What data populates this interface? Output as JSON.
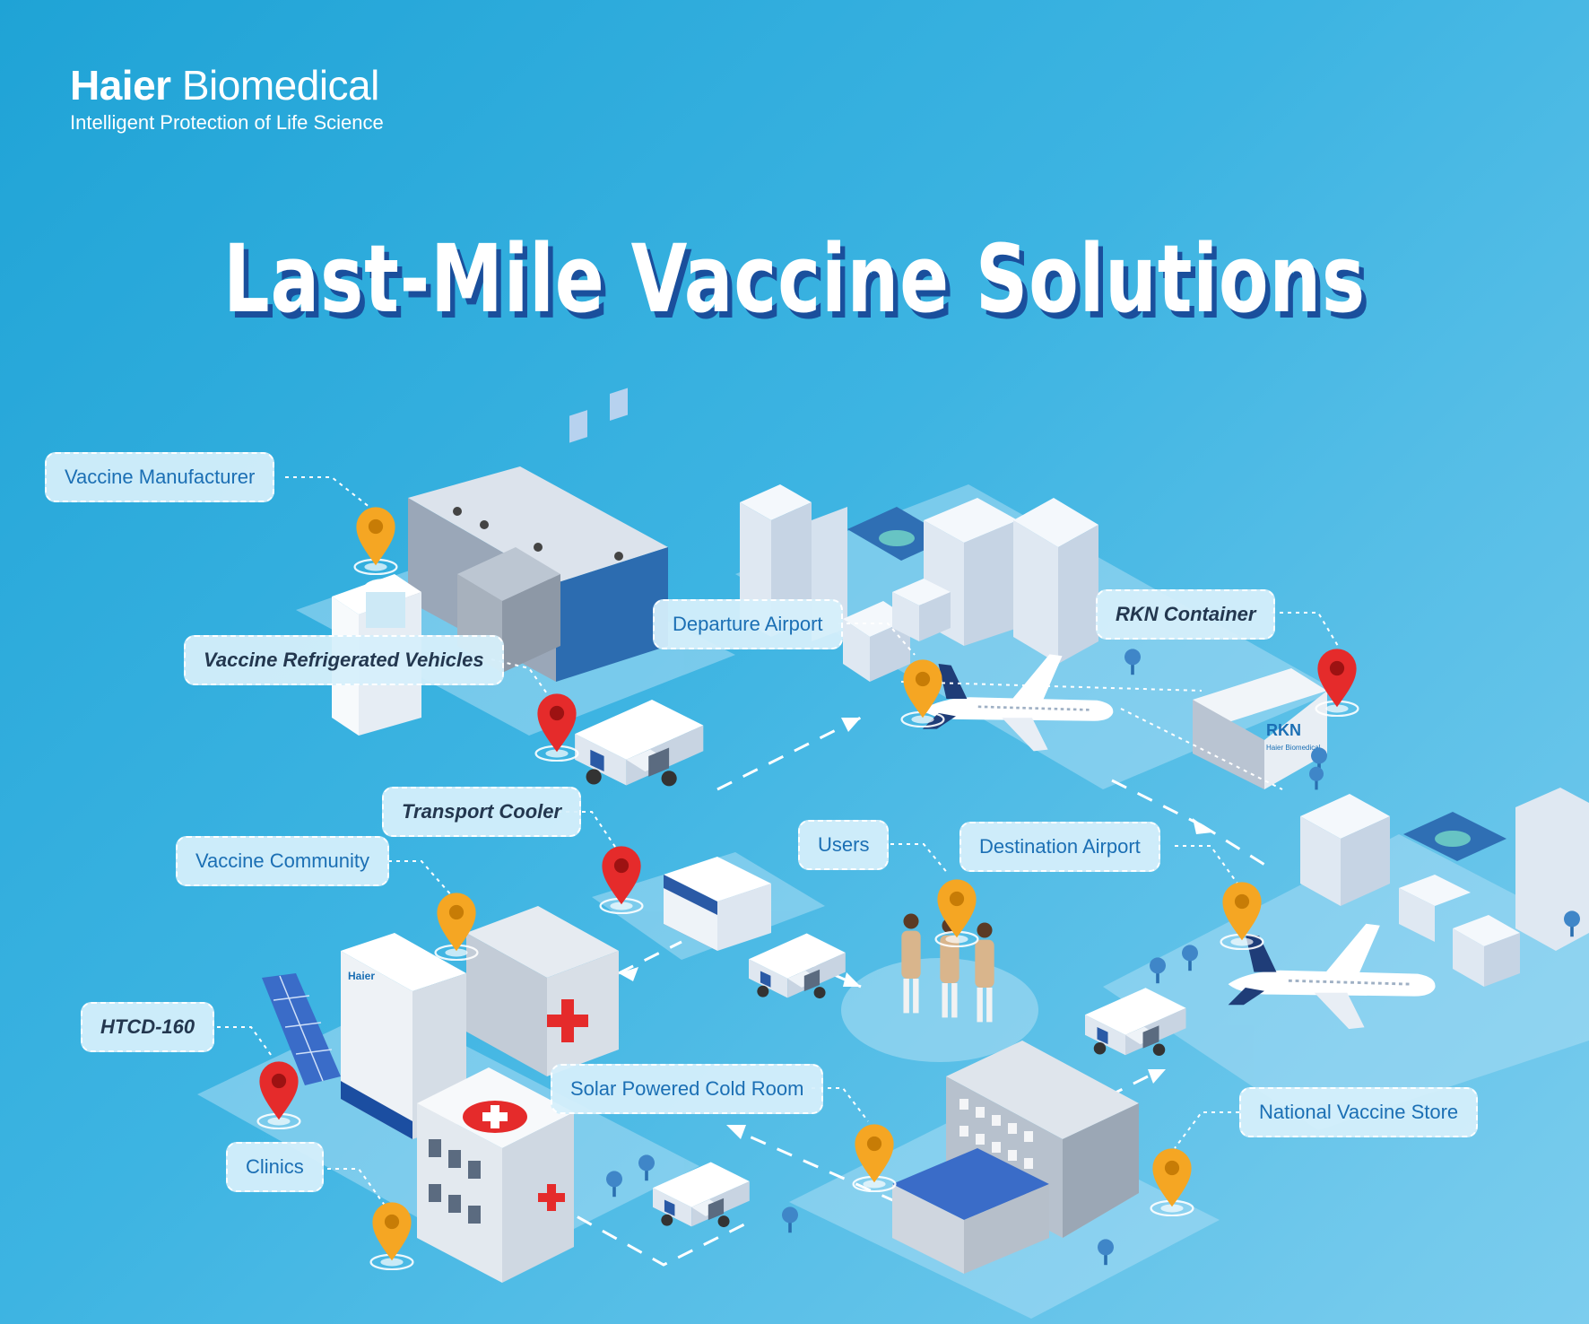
{
  "brand": {
    "name_bold": "Haier",
    "name_rest": " Biomedical",
    "tagline": "Intelligent Protection of Life Science"
  },
  "title": "Last-Mile Vaccine Solutions",
  "labels": {
    "vaccine_manufacturer": "Vaccine Manufacturer",
    "vaccine_refrigerated_vehicles": "Vaccine Refrigerated Vehicles",
    "departure_airport": "Departure Airport",
    "rkn_container": "RKN Container",
    "transport_cooler": "Transport Cooler",
    "vaccine_community": "Vaccine Community",
    "users": "Users",
    "destination_airport": "Destination Airport",
    "htcd_160": "HTCD-160",
    "solar_powered_cold_room": "Solar Powered Cold Room",
    "national_vaccine_store": "National Vaccine Store",
    "clinics": "Clinics"
  },
  "device_text": {
    "rkn": "RKN",
    "rkn_brand": "Haier Biomedical",
    "freezer_brand": "Haier"
  },
  "colors": {
    "pin_orange": "#f5a623",
    "pin_red": "#e52b2b",
    "title_shadow": "#1a4f9c",
    "label_text": "#1b6fb4"
  }
}
